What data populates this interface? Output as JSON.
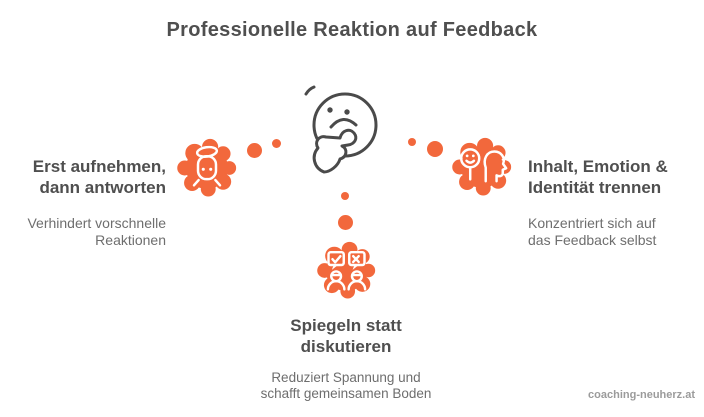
{
  "title": "Professionelle Reaktion auf Feedback",
  "watermark": "coaching-neuherz.at",
  "colors": {
    "accent": "#F2683C",
    "heading": "#4F4F4F",
    "subtext": "#6E6E6E",
    "face-stroke": "#4A4A4A",
    "watermark": "#9B9B9B"
  },
  "center_icon": "thinking-face-icon",
  "nodes": {
    "left": {
      "icon": "listener-halo-face-icon",
      "label": "Erst aufnehmen,\ndann antworten",
      "description": "Verhindert vorschnelle\nReaktionen"
    },
    "right": {
      "icon": "emotion-identity-head-icon",
      "label": "Inhalt, Emotion &\nIdentität trennen",
      "description": "Konzentriert sich auf\ndas Feedback selbst"
    },
    "bottom": {
      "icon": "dialog-check-x-people-icon",
      "label": "Spiegeln statt\ndiskutieren",
      "description": "Reduziert Spannung und\nschafft gemeinsamen Boden"
    }
  }
}
